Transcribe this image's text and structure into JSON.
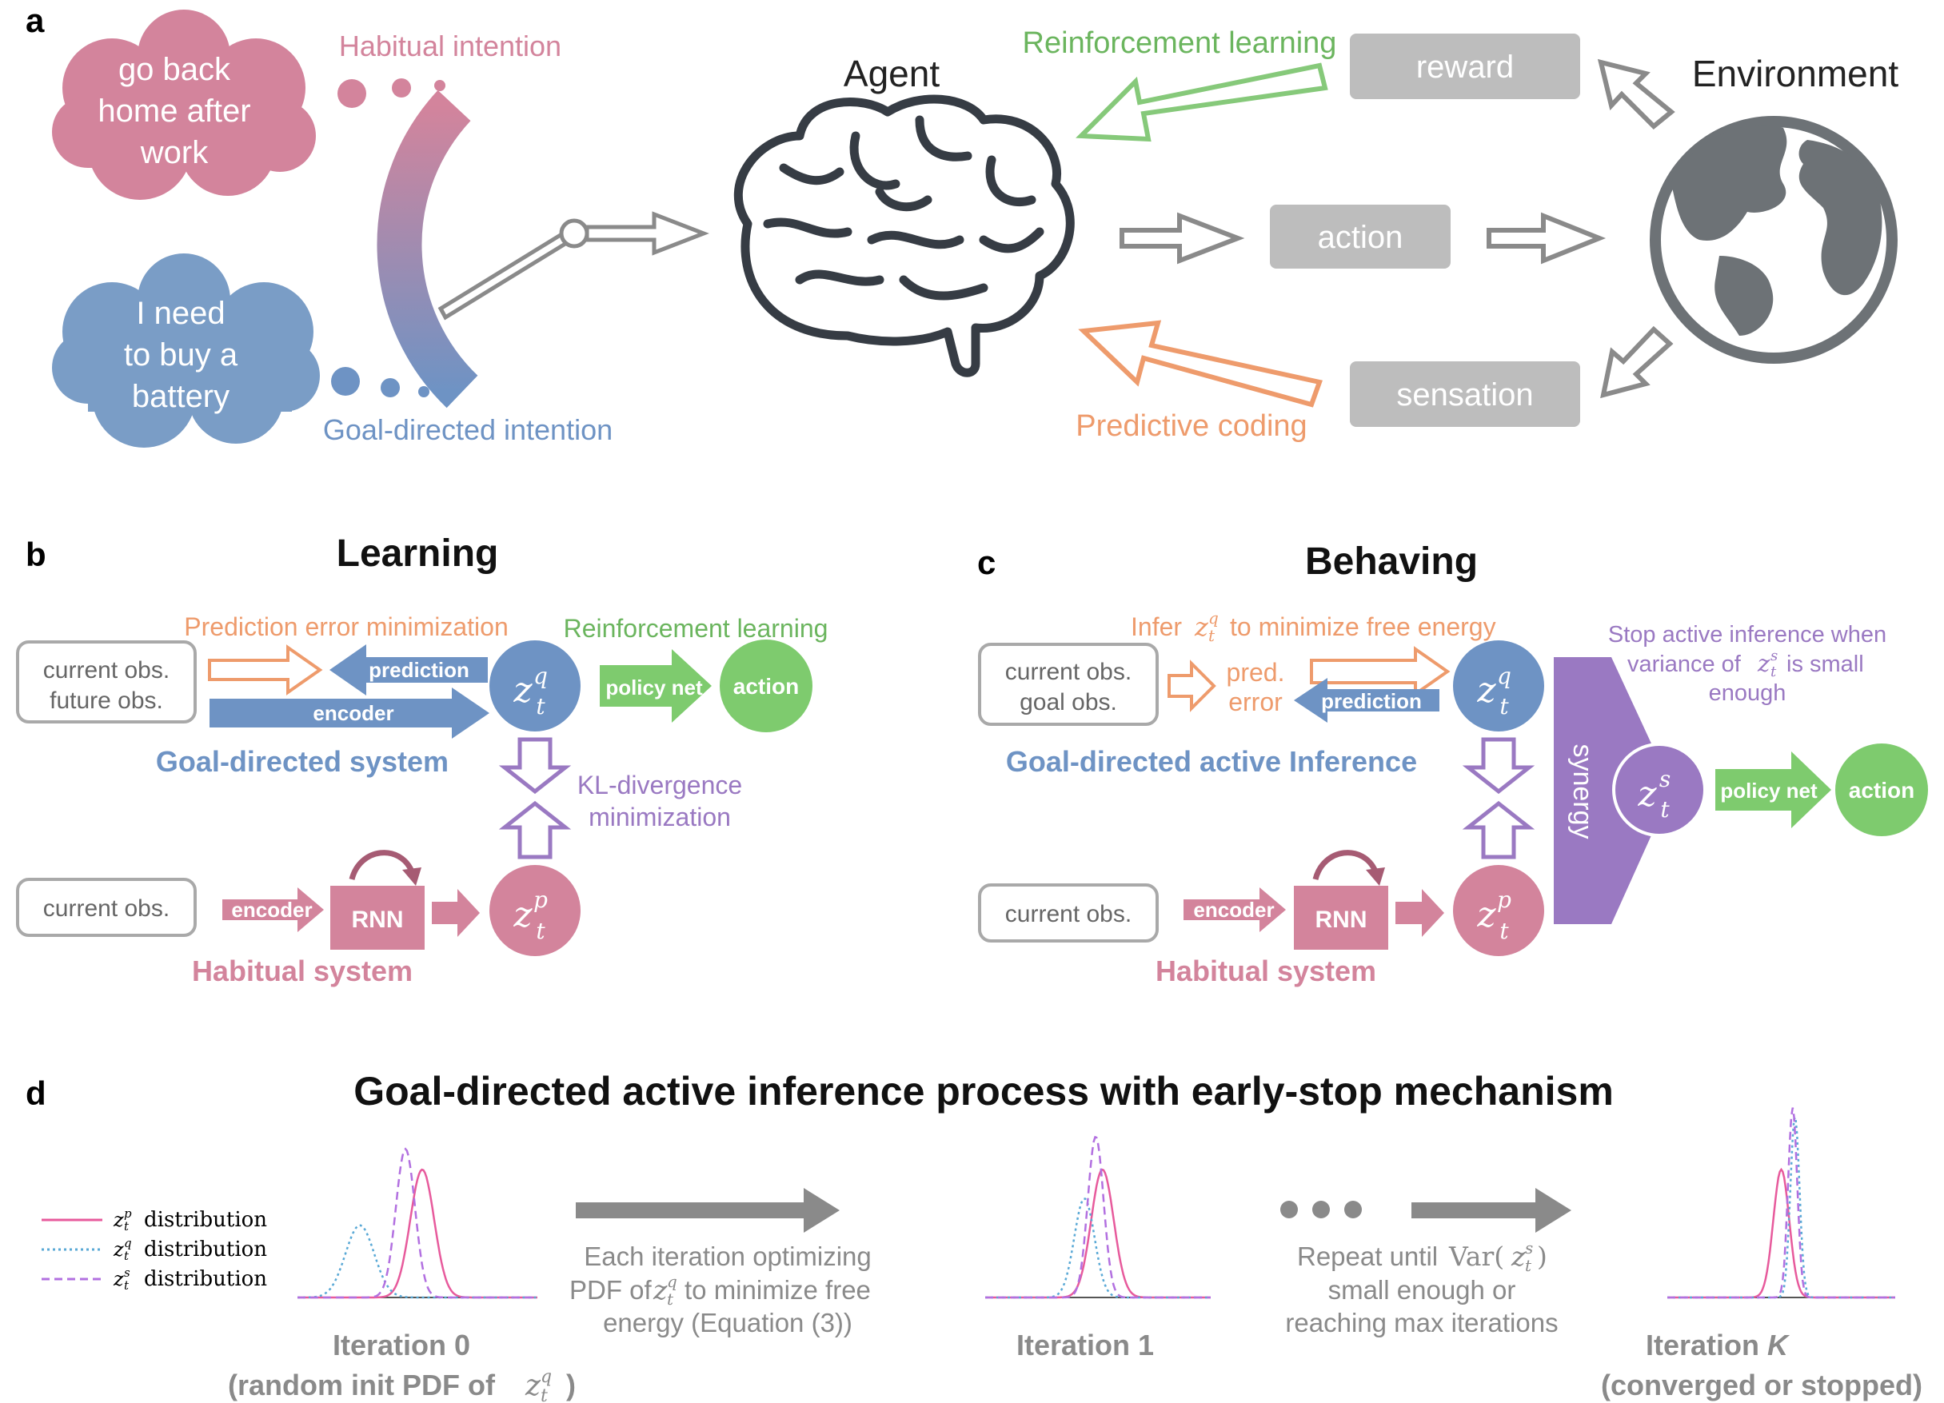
{
  "panel_letters": {
    "a": "a",
    "b": "b",
    "c": "c",
    "d": "d"
  },
  "colors": {
    "pink": "#d3849c",
    "blue": "#6e93c4",
    "green": "#7ecb6e",
    "purple": "#9a79c2",
    "orange": "#ee9b6c",
    "gray": "#bdbdbd",
    "darkgray": "#6d7276"
  },
  "panel_a": {
    "cloud_pink": [
      "go back",
      "home after",
      "work"
    ],
    "cloud_blue": [
      "I need",
      "to buy a",
      "battery"
    ],
    "habitual_intention": "Habitual intention",
    "goal_intention": "Goal-directed intention",
    "agent": "Agent",
    "environment": "Environment",
    "reinforcement_learning": "Reinforcement learning",
    "predictive_coding": "Predictive coding",
    "reward": "reward",
    "action": "action",
    "sensation": "sensation",
    "brain_icon": "brain-icon",
    "globe_icon": "globe-icon"
  },
  "panel_b": {
    "title": "Learning",
    "obs_top": [
      "current obs.",
      "future obs."
    ],
    "obs_bottom": "current obs.",
    "prediction_error_min": "Prediction error minimization",
    "prediction": "prediction",
    "encoder": "encoder",
    "reinforcement_learning": "Reinforcement learning",
    "policy_net": "policy net",
    "action": "action",
    "goal_system": "Goal-directed system",
    "kl_line1": "KL-divergence",
    "kl_line2": "minimization",
    "habit_encoder": "encoder",
    "rnn": "RNN",
    "habitual_system": "Habitual system"
  },
  "panel_c": {
    "title": "Behaving",
    "obs_top": [
      "current obs.",
      "goal obs."
    ],
    "obs_bottom": "current obs.",
    "infer_pre": "Infer",
    "infer_post": "to minimize free energy",
    "pred_error": [
      "pred.",
      "error"
    ],
    "prediction": "prediction",
    "goal_system": "Goal-directed active Inference",
    "stop_line1": "Stop active inference when",
    "stop_line2_pre": "variance of",
    "stop_line2_post": "is small",
    "stop_line3": "enough",
    "synergy": "synergy",
    "policy_net": "policy net",
    "action": "action",
    "habit_encoder": "encoder",
    "rnn": "RNN",
    "habitual_system": "Habitual system"
  },
  "panel_d": {
    "title": "Goal-directed active inference process with early-stop mechanism",
    "legend": [
      "distribution",
      "distribution",
      "distribution"
    ],
    "step1": [
      "Each iteration optimizing",
      "PDF of",
      "to minimize free",
      "energy (Equation (3))"
    ],
    "step2": [
      "Repeat until",
      "small enough or",
      "reaching max iterations"
    ],
    "iter0": [
      "Iteration 0",
      "(random init PDF of",
      ")"
    ],
    "iter1": "Iteration 1",
    "iterK": [
      "Iteration",
      "K",
      "(converged or stopped)"
    ]
  },
  "chart_data": [
    {
      "type": "line",
      "title": "Iteration 0",
      "series": [
        {
          "name": "z_t^p distribution",
          "mean": 0.52,
          "std": 0.05,
          "peak": 0.62
        },
        {
          "name": "z_t^q distribution",
          "mean": 0.26,
          "std": 0.06,
          "peak": 0.35
        },
        {
          "name": "z_t^s distribution",
          "mean": 0.45,
          "std": 0.04,
          "peak": 0.72
        }
      ]
    },
    {
      "type": "line",
      "title": "Iteration 1",
      "series": [
        {
          "name": "z_t^p distribution",
          "mean": 0.52,
          "std": 0.05,
          "peak": 0.62
        },
        {
          "name": "z_t^q distribution",
          "mean": 0.44,
          "std": 0.045,
          "peak": 0.48
        },
        {
          "name": "z_t^s distribution",
          "mean": 0.49,
          "std": 0.035,
          "peak": 0.78
        }
      ]
    },
    {
      "type": "line",
      "title": "Iteration K",
      "series": [
        {
          "name": "z_t^p distribution",
          "mean": 0.5,
          "std": 0.035,
          "peak": 0.62
        },
        {
          "name": "z_t^q distribution",
          "mean": 0.56,
          "std": 0.02,
          "peak": 0.88
        },
        {
          "name": "z_t^s distribution",
          "mean": 0.55,
          "std": 0.02,
          "peak": 0.92
        }
      ]
    }
  ]
}
